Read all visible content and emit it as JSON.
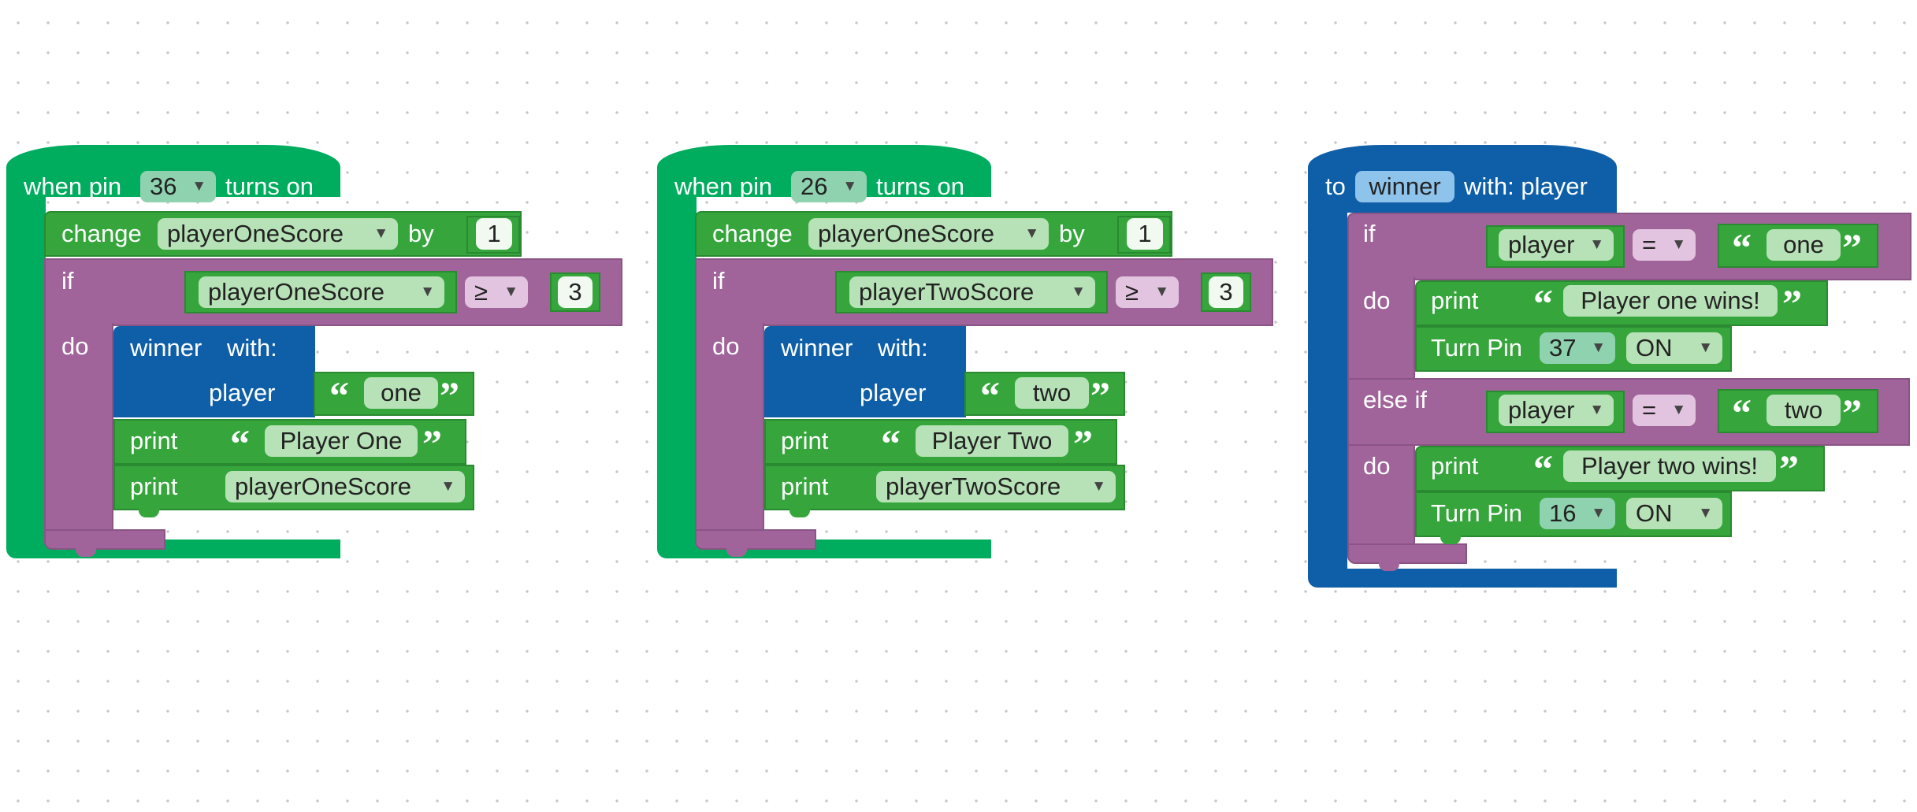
{
  "palette": {
    "event_green": "#00ac5e",
    "logic_purple": "#a0649a",
    "action_green": "#36a63c",
    "procedure_blue": "#0f5fa8",
    "background": "#ffffff",
    "grid_dot": "#c6c6c6"
  },
  "icons": {
    "dropdown": "dropdown-caret-icon",
    "quote_open": "“",
    "quote_close": "”"
  },
  "stack1": {
    "hat_prefix": "when pin",
    "pin": "36",
    "hat_suffix": "turns on",
    "change_label": "change",
    "change_var": "playerOneScore",
    "by_label": "by",
    "by_value": "1",
    "if_label": "if",
    "compare_var": "playerOneScore",
    "compare_op": "≥",
    "compare_value": "3",
    "do_label": "do",
    "call_name": "winner",
    "call_with": "with:",
    "call_param": "player",
    "call_arg": "one",
    "print_label": "print",
    "print_text": "Player One",
    "print2_label": "print",
    "print2_var": "playerOneScore"
  },
  "stack2": {
    "hat_prefix": "when pin",
    "pin": "26",
    "hat_suffix": "turns on",
    "change_label": "change",
    "change_var": "playerOneScore",
    "by_label": "by",
    "by_value": "1",
    "if_label": "if",
    "compare_var": "playerTwoScore",
    "compare_op": "≥",
    "compare_value": "3",
    "do_label": "do",
    "call_name": "winner",
    "call_with": "with:",
    "call_param": "player",
    "call_arg": "two",
    "print_label": "print",
    "print_text": "Player Two",
    "print2_label": "print",
    "print2_var": "playerTwoScore"
  },
  "stack3": {
    "to_label": "to",
    "proc_name": "winner",
    "with_label": "with: player",
    "if_label": "if",
    "if_var": "player",
    "if_op": "=",
    "if_value": "one",
    "do_label": "do",
    "print1_label": "print",
    "print1_text": "Player one wins!",
    "turn1_label": "Turn Pin",
    "turn1_pin": "37",
    "turn1_state": "ON",
    "elseif_label": "else if",
    "elseif_var": "player",
    "elseif_op": "=",
    "elseif_value": "two",
    "do2_label": "do",
    "print2_label": "print",
    "print2_text": "Player two wins!",
    "turn2_label": "Turn Pin",
    "turn2_pin": "16",
    "turn2_state": "ON"
  }
}
